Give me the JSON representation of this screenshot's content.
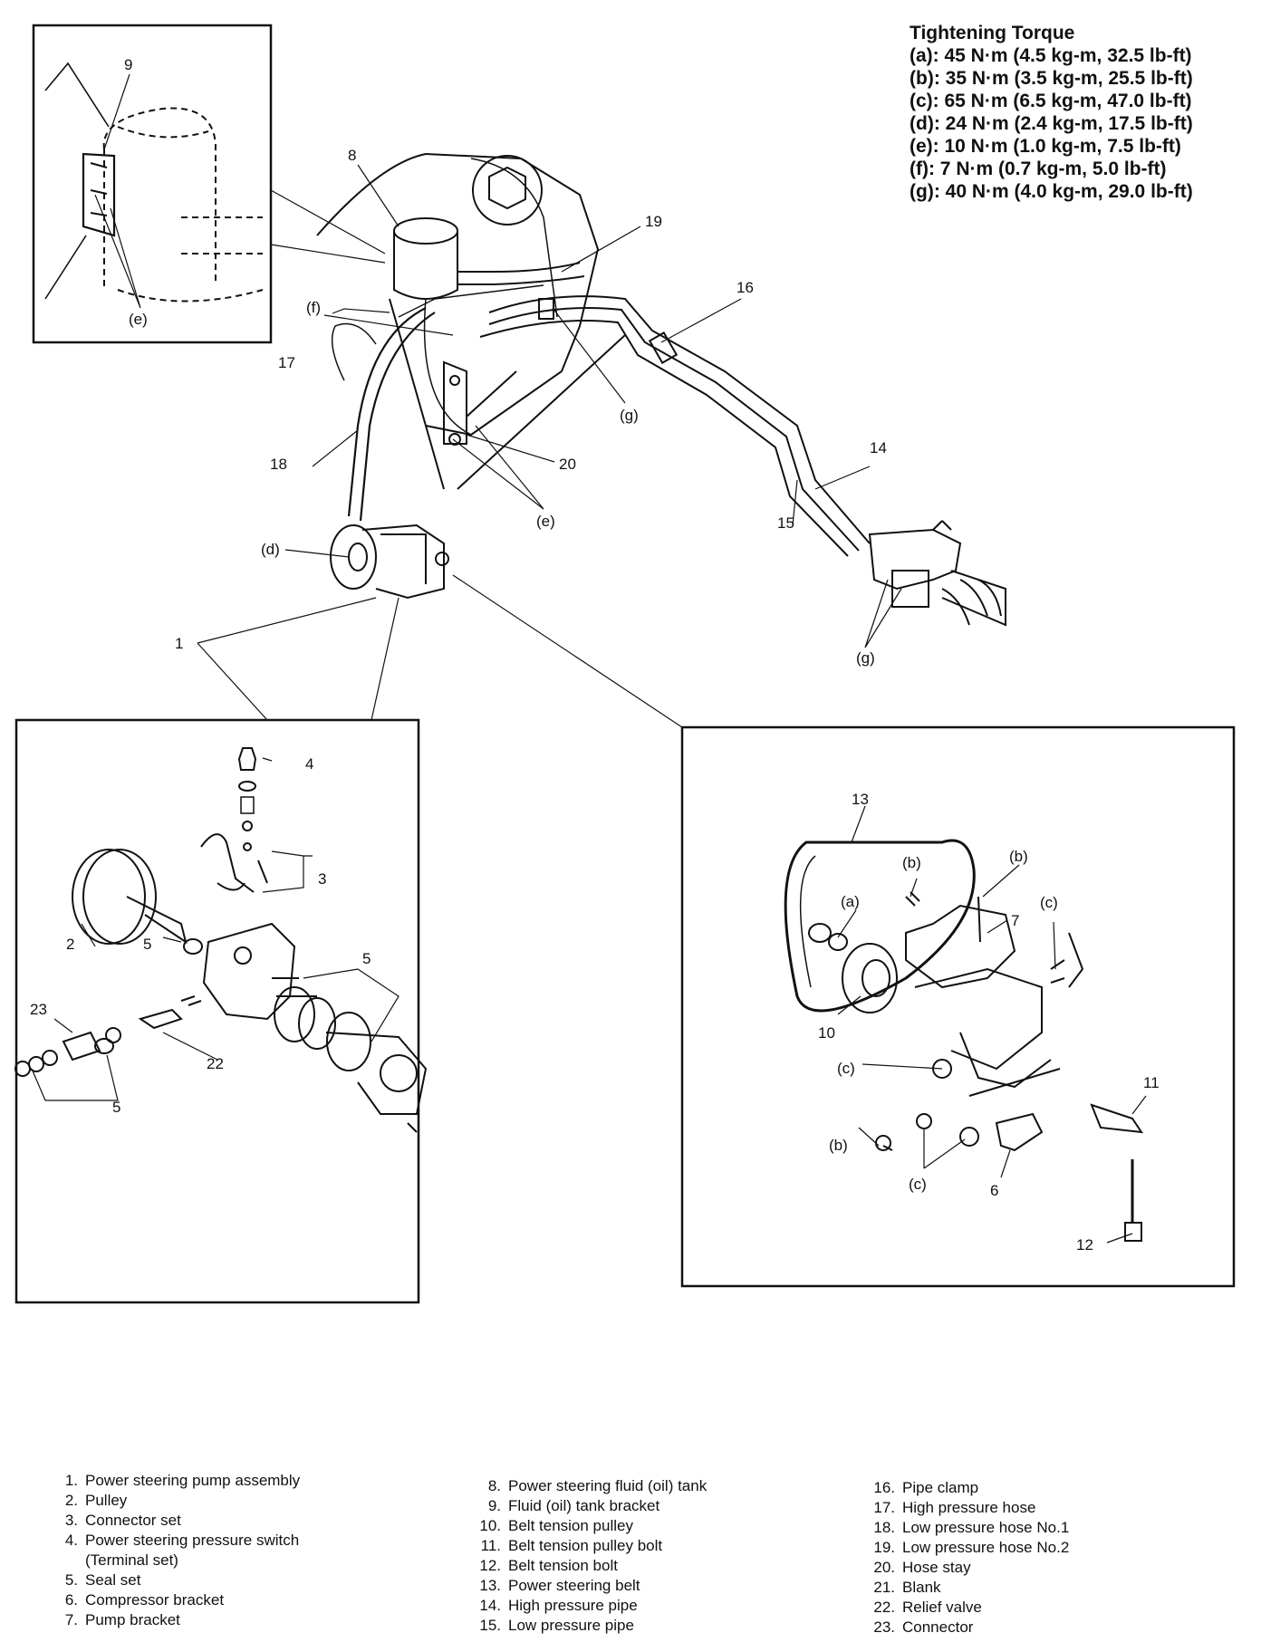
{
  "torque": {
    "title": "Tightening Torque",
    "rows": [
      "(a): 45 N·m (4.5 kg-m, 32.5 lb-ft)",
      "(b): 35 N·m (3.5 kg-m, 25.5 lb-ft)",
      "(c): 65 N·m (6.5 kg-m, 47.0 lb-ft)",
      "(d): 24 N·m (2.4 kg-m, 17.5 lb-ft)",
      "(e): 10 N·m (1.0 kg-m, 7.5 lb-ft)",
      "(f): 7 N·m (0.7 kg-m, 5.0 lb-ft)",
      "(g): 40 N·m (4.0 kg-m, 29.0 lb-ft)"
    ]
  },
  "callouts": {
    "c1": "1",
    "c2": "2",
    "c3": "3",
    "c4": "4",
    "c5a": "5",
    "c5b": "5",
    "c5c": "5",
    "c6": "6",
    "c7": "7",
    "c8": "8",
    "c9": "9",
    "c10": "10",
    "c11": "11",
    "c12": "12",
    "c13": "13",
    "c14": "14",
    "c15": "15",
    "c16": "16",
    "c17": "17",
    "c18": "18",
    "c19": "19",
    "c20": "20",
    "c22": "22",
    "c23": "23",
    "a": "(a)",
    "b1": "(b)",
    "b2": "(b)",
    "b3": "(b)",
    "c_1": "(c)",
    "c_2": "(c)",
    "c_3": "(c)",
    "d": "(d)",
    "e1": "(e)",
    "e2": "(e)",
    "f": "(f)",
    "g1": "(g)",
    "g2": "(g)"
  },
  "legend": {
    "col1": [
      {
        "n": "1.",
        "t": "Power steering pump assembly"
      },
      {
        "n": "2.",
        "t": "Pulley"
      },
      {
        "n": "3.",
        "t": "Connector set"
      },
      {
        "n": "4.",
        "t": "Power steering pressure switch\n(Terminal set)"
      },
      {
        "n": "5.",
        "t": "Seal set"
      },
      {
        "n": "6.",
        "t": "Compressor bracket"
      },
      {
        "n": "7.",
        "t": "Pump bracket"
      }
    ],
    "col2": [
      {
        "n": "8.",
        "t": "Power steering fluid (oil) tank"
      },
      {
        "n": "9.",
        "t": "Fluid (oil) tank bracket"
      },
      {
        "n": "10.",
        "t": "Belt tension pulley"
      },
      {
        "n": "11.",
        "t": "Belt tension pulley bolt"
      },
      {
        "n": "12.",
        "t": "Belt tension bolt"
      },
      {
        "n": "13.",
        "t": "Power steering belt"
      },
      {
        "n": "14.",
        "t": "High pressure pipe"
      },
      {
        "n": "15.",
        "t": "Low pressure pipe"
      }
    ],
    "col3": [
      {
        "n": "16.",
        "t": "Pipe clamp"
      },
      {
        "n": "17.",
        "t": "High pressure hose"
      },
      {
        "n": "18.",
        "t": "Low pressure hose No.1"
      },
      {
        "n": "19.",
        "t": "Low pressure hose No.2"
      },
      {
        "n": "20.",
        "t": "Hose stay"
      },
      {
        "n": "21.",
        "t": "Blank"
      },
      {
        "n": "22.",
        "t": "Relief valve"
      },
      {
        "n": "23.",
        "t": "Connector"
      }
    ]
  }
}
